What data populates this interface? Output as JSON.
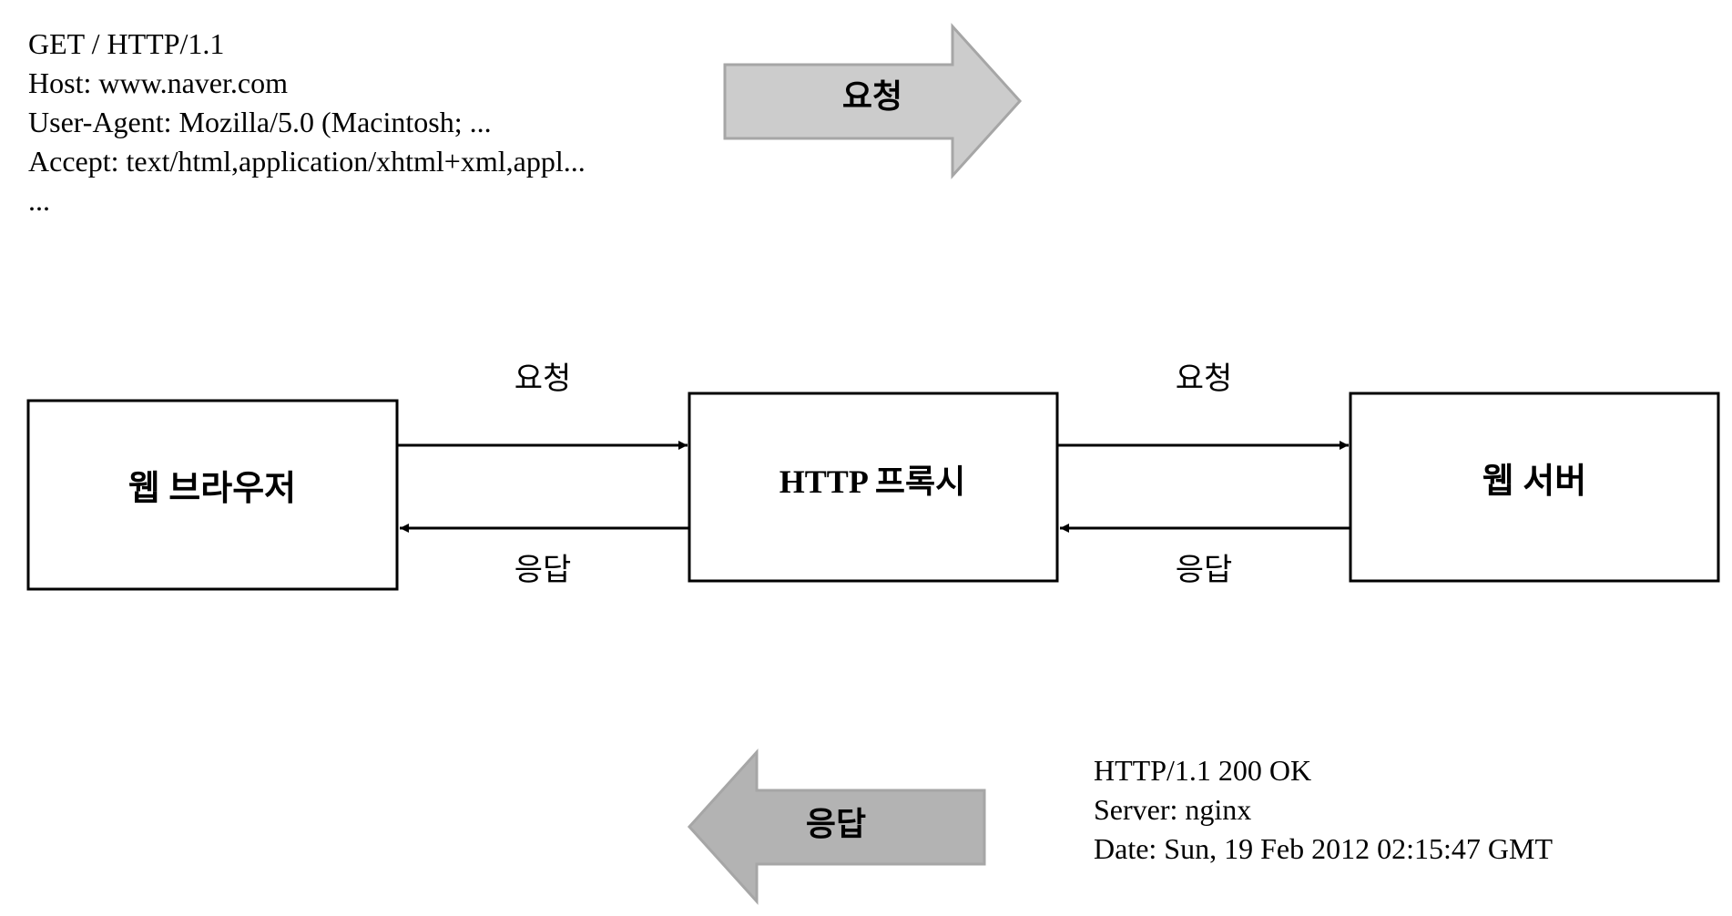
{
  "request_text": {
    "lines": [
      "GET / HTTP/1.1",
      "Host: www.naver.com",
      "User-Agent: Mozilla/5.0 (Macintosh; ...",
      "Accept: text/html,application/xhtml+xml,appl...",
      "..."
    ]
  },
  "response_text": {
    "lines": [
      "HTTP/1.1 200 OK",
      "Server: nginx",
      "Date: Sun, 19 Feb 2012 02:15:47 GMT"
    ]
  },
  "big_arrows": {
    "request_label": "요청",
    "response_label": "응답",
    "request_fill": "#cccccc",
    "response_fill": "#b3b3b3",
    "stroke": "#a6a6a6"
  },
  "nodes": {
    "browser": "웹 브라우저",
    "proxy": "HTTP 프록시",
    "server": "웹 서버"
  },
  "edges": {
    "browser_to_proxy_request": "요청",
    "proxy_to_browser_response": "응답",
    "proxy_to_server_request": "요청",
    "server_to_proxy_response": "응답"
  }
}
